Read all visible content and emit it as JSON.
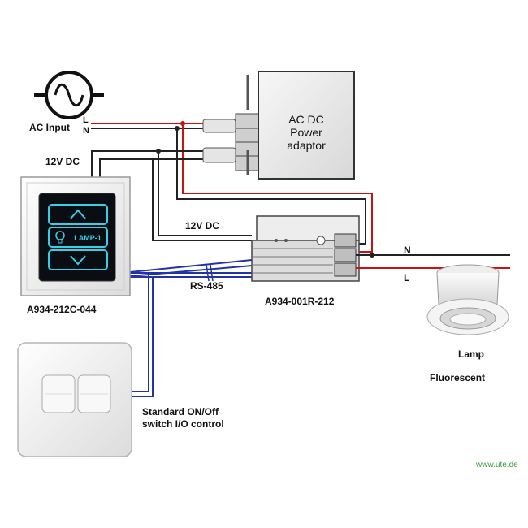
{
  "labels": {
    "ac_input": "AC Input",
    "line_l": "L",
    "line_n": "N",
    "dc_12v_top": "12V DC",
    "adaptor_line1": "AC DC",
    "adaptor_line2": "Power",
    "adaptor_line3": "adaptor",
    "dc_12v_mid": "12V DC",
    "rs485": "RS-485",
    "panel_model": "A934-212C-044",
    "module_model": "A934-001R-212",
    "out_n": "N",
    "out_l": "L",
    "lamp": "Lamp",
    "fluorescent": "Fluorescent",
    "switch_line1": "Standard ON/Off",
    "switch_line2": "switch I/O control",
    "lamp_button": "LAMP-1",
    "watermark": "www.ute.de"
  },
  "colors": {
    "live_wire": "#cc1111",
    "neutral_wire": "#222222",
    "rs485_wire": "#2233aa",
    "panel_glow": "#35d0e8",
    "watermark": "#3c9a3c"
  }
}
